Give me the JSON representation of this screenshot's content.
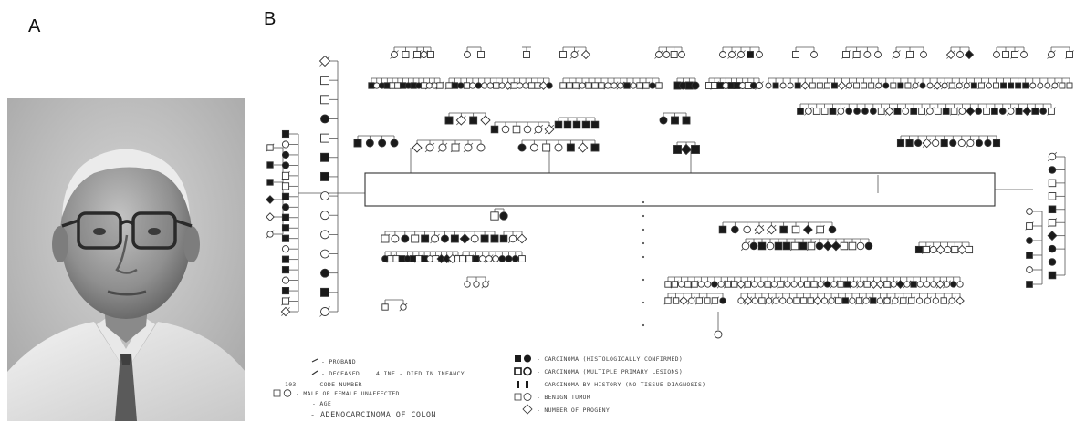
{
  "panels": {
    "a_label": "A",
    "b_label": "B"
  },
  "legend": {
    "proband": "- PROBAND",
    "deceased": "- DECEASED",
    "died_infancy": "4 INF - DIED IN INFANCY",
    "code_number": "- CODE NUMBER",
    "unaffected": "- MALE OR FEMALE UNAFFECTED",
    "age": "- AGE",
    "adenocarcinoma": "- ADENOCARCINOMA OF COLON",
    "carcinoma_confirmed": "- CARCINOMA (HISTOLOGICALLY CONFIRMED)",
    "carcinoma_multiple": "- CARCINOMA (MULTIPLE PRIMARY LESIONS)",
    "carcinoma_history": "- CARCINOMA BY HISTORY (NO TISSUE DIAGNOSIS)",
    "benign_tumor": "- BENIGN TUMOR",
    "number_progeny": "- NUMBER OF PROGENY"
  },
  "colors": {
    "ink": "#1a1a1a",
    "line": "#555555",
    "paper": "#ffffff",
    "photo_bg": "#c9c9c9"
  }
}
